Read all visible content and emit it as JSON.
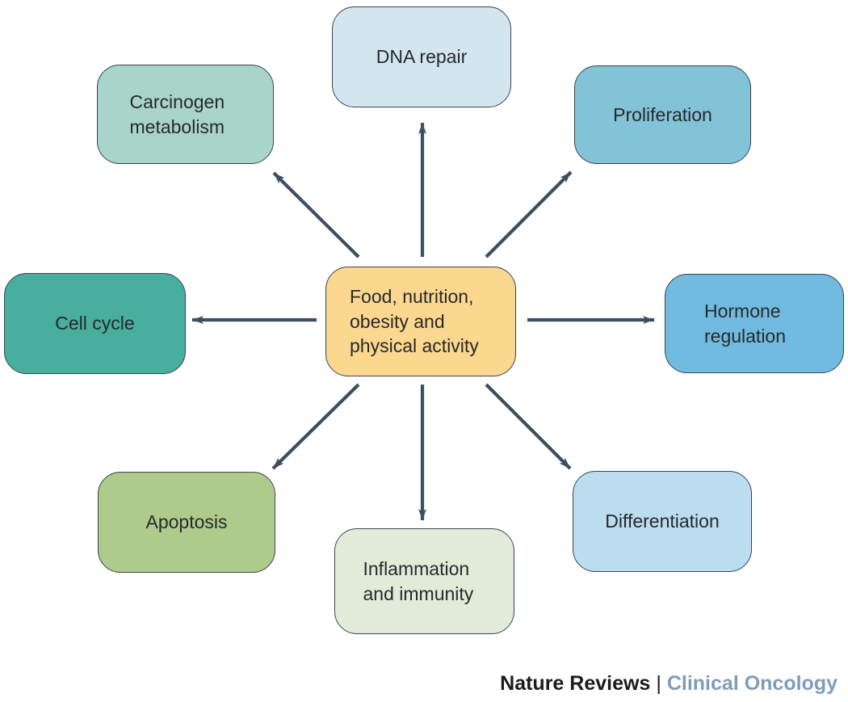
{
  "diagram": {
    "center": {
      "label": "Food, nutrition, obesity and physical activity",
      "color": "#fbd78f"
    },
    "nodes": {
      "dna_repair": {
        "label": "DNA repair",
        "color": "#d3e6f0"
      },
      "proliferation": {
        "label": "Proliferation",
        "color": "#83c3d8"
      },
      "hormone_regulation": {
        "label": "Hormone regulation",
        "color": "#70bbdf"
      },
      "differentiation": {
        "label": "Differentiation",
        "color": "#bcdcf0"
      },
      "inflammation_immunity": {
        "label": "Inflammation and immunity",
        "color": "#e2ebd9"
      },
      "apoptosis": {
        "label": "Apoptosis",
        "color": "#aecb8b"
      },
      "cell_cycle": {
        "label": "Cell cycle",
        "color": "#48ae9e"
      },
      "carcinogen_metabolism": {
        "label": "Carcinogen metabolism",
        "color": "#a9d4c9"
      }
    }
  },
  "footer": {
    "journal": "Nature Reviews",
    "separator": "|",
    "publication": "Clinical Oncology"
  },
  "colors": {
    "arrow": "#3d4f5e",
    "node_border": "#3a454e",
    "text": "#26292c",
    "footer_journal": "#1b1b1b",
    "footer_separator": "#1b1b1b",
    "footer_publication": "#7f9cbb",
    "background": "#ffffff"
  }
}
